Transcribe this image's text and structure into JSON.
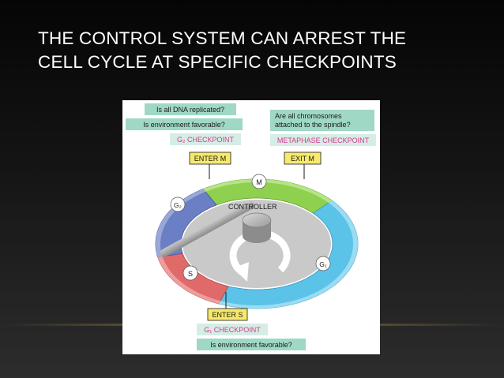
{
  "slide": {
    "title_line1": "THE CONTROL SYSTEM CAN ARREST THE",
    "title_line2": "CELL CYCLE AT SPECIFIC CHECKPOINTS"
  },
  "diagram": {
    "q_dna": "Is all DNA replicated?",
    "q_env_top": "Is environment favorable?",
    "g2_checkpoint": "G₂ CHECKPOINT",
    "q_chromosomes_line1": "Are all chromosomes",
    "q_chromosomes_line2": "attached to the spindle?",
    "metaphase_checkpoint": "METAPHASE CHECKPOINT",
    "enter_m": "ENTER M",
    "exit_m": "EXIT M",
    "phase_m": "M",
    "phase_g2": "G₂",
    "phase_s": "S",
    "phase_g1": "G₁",
    "controller": "CONTROLLER",
    "enter_s": "ENTER S",
    "g1_checkpoint": "G₁ CHECKPOINT",
    "q_env_bottom": "Is environment favorable?"
  },
  "colors": {
    "phase_m": "#8fd14f",
    "phase_g2": "#6b7fc4",
    "phase_s": "#e06a6a",
    "phase_g1": "#5cc3e8",
    "question_box": "#9fd8c4",
    "checkpoint_label": "#d63a8c",
    "enter_exit_box": "#f6e96b"
  }
}
